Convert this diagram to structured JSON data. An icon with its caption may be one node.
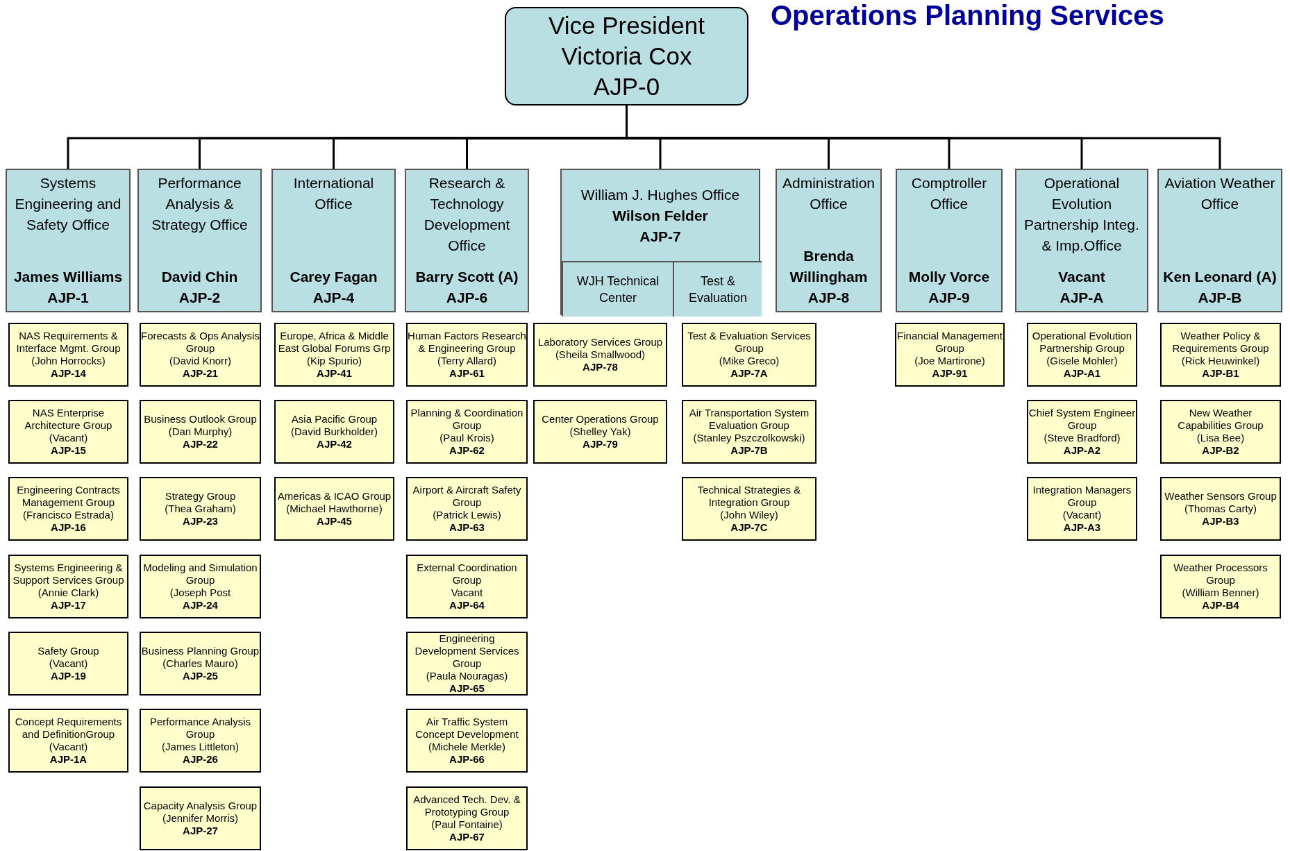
{
  "diagram": {
    "title": "Operations Planning Services",
    "nodes": [
      {
        "text": [
          "Vice President",
          "Victoria Cox",
          "AJP-0"
        ]
      },
      {
        "text": [
          "Systems Engineering and Safety Office",
          "James Williams",
          "AJP-1"
        ]
      },
      {
        "text": [
          "Performance Analysis & Strategy Office",
          "David Chin",
          "AJP-2"
        ]
      },
      {
        "text": [
          "International Office",
          "Carey Fagan",
          "AJP-4"
        ]
      },
      {
        "text": [
          "Research & Technology Development Office",
          "Barry Scott (A)",
          "AJP-6"
        ]
      },
      {
        "text": [
          "William J. Hughes Office",
          "Wilson Felder",
          "AJP-7"
        ]
      },
      {
        "text": [
          "WJH Technical Center"
        ],
        "in": 5
      },
      {
        "text": [
          "Test & Evaluation"
        ],
        "in": 5
      },
      {
        "text": [
          "Administration Office",
          "Brenda Willingham",
          "AJP-8"
        ]
      },
      {
        "text": [
          "Comptroller Office",
          "Molly Vorce",
          "AJP-9"
        ]
      },
      {
        "text": [
          "Operational Evolution Partnership Integ. & Imp.Office",
          "Vacant",
          "AJP-A"
        ]
      },
      {
        "text": [
          "Aviation Weather Office",
          "Ken Leonard (A)",
          "AJP-B"
        ]
      },
      {
        "text": [
          "NAS Requirements & Interface Mgmt. Group",
          "(John Horrocks)",
          "AJP-14"
        ]
      },
      {
        "text": [
          "NAS Enterprise Architecture Group",
          "(Vacant)",
          "AJP-15"
        ]
      },
      {
        "text": [
          "Engineering Contracts Management Group",
          "(Francisco Estrada)",
          "AJP-16"
        ]
      },
      {
        "text": [
          "Systems Engineering & Support Services Group",
          "(Annie Clark)",
          "AJP-17"
        ]
      },
      {
        "text": [
          "Safety Group",
          "(Vacant)",
          "AJP-19"
        ]
      },
      {
        "text": [
          "Concept Requirements and DefinitionGroup",
          "(Vacant)",
          "AJP-1A"
        ]
      },
      {
        "text": [
          "Forecasts & Ops Analysis Group",
          "(David Knorr)",
          "AJP-21"
        ]
      },
      {
        "text": [
          "Business Outlook Group",
          "(Dan Murphy)",
          "AJP-22"
        ]
      },
      {
        "text": [
          "Strategy Group",
          "(Thea Graham)",
          "AJP-23"
        ]
      },
      {
        "text": [
          "Modeling and Simulation Group",
          "(Joseph Post",
          "AJP-24"
        ]
      },
      {
        "text": [
          "Business Planning Group",
          "(Charles Mauro)",
          "AJP-25"
        ]
      },
      {
        "text": [
          "Performance Analysis Group",
          "(James Littleton)",
          "AJP-26"
        ]
      },
      {
        "text": [
          "Capacity Analysis Group",
          "(Jennifer Morris)",
          "AJP-27"
        ]
      },
      {
        "text": [
          "Europe, Africa & Middle East Global Forums Grp",
          "(Kip Spurio)",
          "AJP-41"
        ]
      },
      {
        "text": [
          "Asia Pacific Group",
          "(David Burkholder)",
          "AJP-42"
        ]
      },
      {
        "text": [
          "Americas & ICAO Group",
          "(Michael Hawthorne)",
          "AJP-45"
        ]
      },
      {
        "text": [
          "Human Factors Research & Engineering Group",
          "(Terry Allard)",
          "AJP-61"
        ]
      },
      {
        "text": [
          "Planning & Coordination Group",
          "(Paul Krois)",
          "AJP-62"
        ]
      },
      {
        "text": [
          "Airport & Aircraft Safety Group",
          "(Patrick Lewis)",
          "AJP-63"
        ]
      },
      {
        "text": [
          "External Coordination Group",
          "Vacant",
          "AJP-64"
        ]
      },
      {
        "text": [
          "Engineering Development Services Group",
          "(Paula Nouragas)",
          "AJP-65"
        ]
      },
      {
        "text": [
          "Air Traffic System Concept Development",
          "(Michele Merkle)",
          "AJP-66"
        ]
      },
      {
        "text": [
          "Advanced Tech. Dev. & Prototyping Group",
          "(Paul Fontaine)",
          "AJP-67"
        ]
      },
      {
        "text": [
          "Laboratory Services Group",
          "(Sheila Smallwood)",
          "AJP-78"
        ]
      },
      {
        "text": [
          "Center Operations Group",
          "(Shelley Yak)",
          "AJP-79"
        ]
      },
      {
        "text": [
          "Test & Evaluation Services Group",
          "(Mike Greco)",
          "AJP-7A"
        ]
      },
      {
        "text": [
          "Air Transportation System Evaluation Group",
          "(Stanley Pszczolkowski)",
          "AJP-7B"
        ]
      },
      {
        "text": [
          "Technical Strategies & Integration Group",
          "(John Wiley)",
          "AJP-7C"
        ]
      },
      {
        "text": [
          "Financial Management Group",
          "(Joe Martirone)",
          "AJP-91"
        ]
      },
      {
        "text": [
          "Operational Evolution Partnership Group",
          "(Gisele Mohler)",
          "AJP-A1"
        ]
      },
      {
        "text": [
          "Chief System Engineer Group",
          "(Steve Bradford)",
          "AJP-A2"
        ]
      },
      {
        "text": [
          "Integration Managers Group",
          "(Vacant)",
          "AJP-A3"
        ]
      },
      {
        "text": [
          "Weather Policy & Requirements Group",
          "(Rick Heuwinkel)",
          "AJP-B1"
        ]
      },
      {
        "text": [
          "New Weather Capabilities Group",
          "(Lisa Bee)",
          "AJP-B2"
        ]
      },
      {
        "text": [
          "Weather Sensors Group",
          "(Thomas Carty)",
          "AJP-B3"
        ]
      },
      {
        "text": [
          "Weather Processors Group",
          "(William Benner)",
          "AJP-B4"
        ]
      }
    ],
    "edges": [
      {
        "from": 0,
        "to": 1,
        "arrow": "none"
      },
      {
        "from": 0,
        "to": 2,
        "arrow": "none"
      },
      {
        "from": 0,
        "to": 3,
        "arrow": "none"
      },
      {
        "from": 0,
        "to": 4,
        "arrow": "none"
      },
      {
        "from": 0,
        "to": 5,
        "arrow": "none"
      },
      {
        "from": 0,
        "to": 8,
        "arrow": "none"
      },
      {
        "from": 0,
        "to": 9,
        "arrow": "none"
      },
      {
        "from": 0,
        "to": 10,
        "arrow": "none"
      },
      {
        "from": 0,
        "to": 11,
        "arrow": "none"
      }
    ]
  }
}
